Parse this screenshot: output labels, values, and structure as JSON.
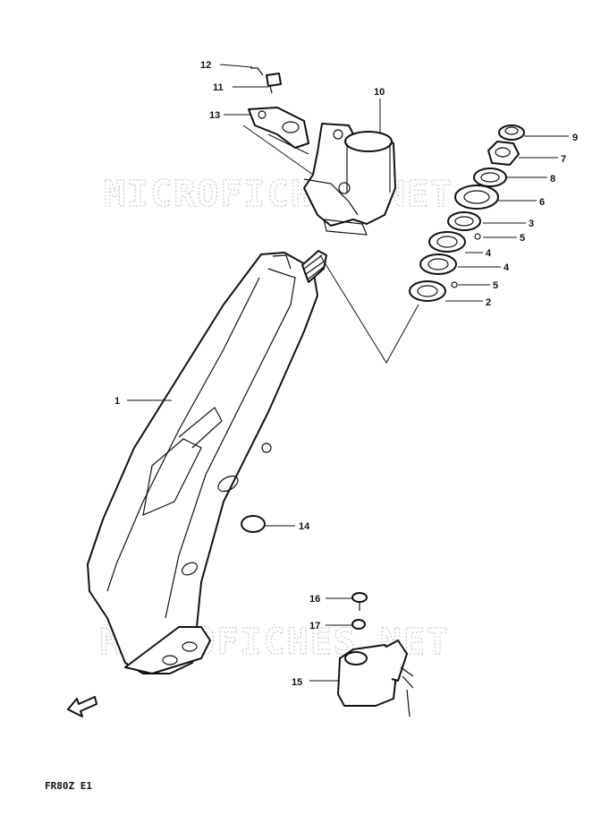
{
  "watermark": "MICROFICHES.NET",
  "footer_code": "FR80Z E1",
  "callouts": {
    "c1": "1",
    "c2": "2",
    "c3": "3",
    "c4a": "4",
    "c4b": "4",
    "c5a": "5",
    "c5b": "5",
    "c6": "6",
    "c7": "7",
    "c8": "8",
    "c9": "9",
    "c10": "10",
    "c11": "11",
    "c12": "12",
    "c13": "13",
    "c14": "14",
    "c15": "15",
    "c16": "16",
    "c17": "17"
  }
}
